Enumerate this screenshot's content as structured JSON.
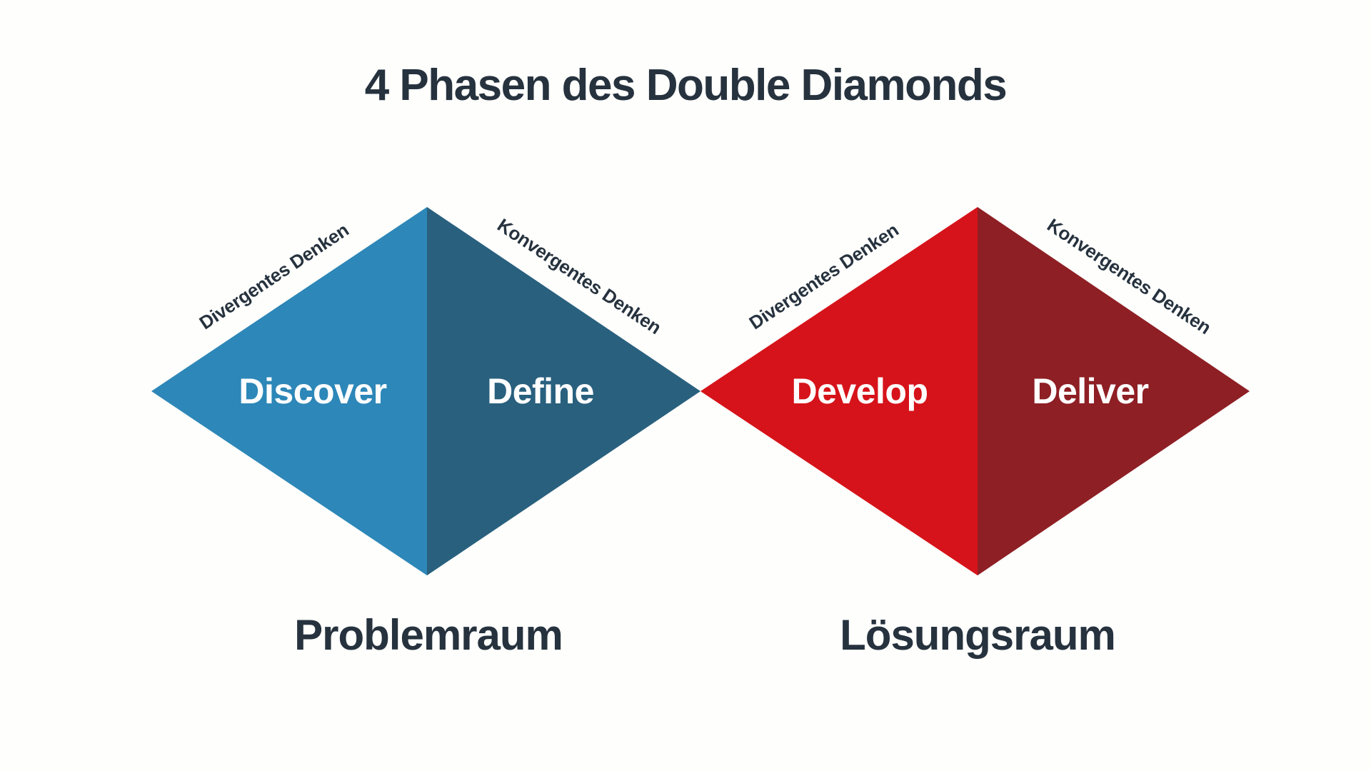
{
  "title": "4 Phasen des Double Diamonds",
  "colors": {
    "discover_fill": "#2d87b8",
    "define_fill": "#29607e",
    "develop_fill": "#d6131a",
    "deliver_fill": "#8e1f24",
    "text_dark": "#26323e",
    "phase_text": "#ffffff",
    "background": "#fefefc"
  },
  "diamonds": [
    {
      "space_label": "Problemraum",
      "left_phase": "Discover",
      "right_phase": "Define",
      "divergent_label": "Divergentes Denken",
      "convergent_label": "Konvergentes Denken"
    },
    {
      "space_label": "Lösungsraum",
      "left_phase": "Develop",
      "right_phase": "Deliver",
      "divergent_label": "Divergentes Denken",
      "convergent_label": "Konvergentes Denken"
    }
  ]
}
